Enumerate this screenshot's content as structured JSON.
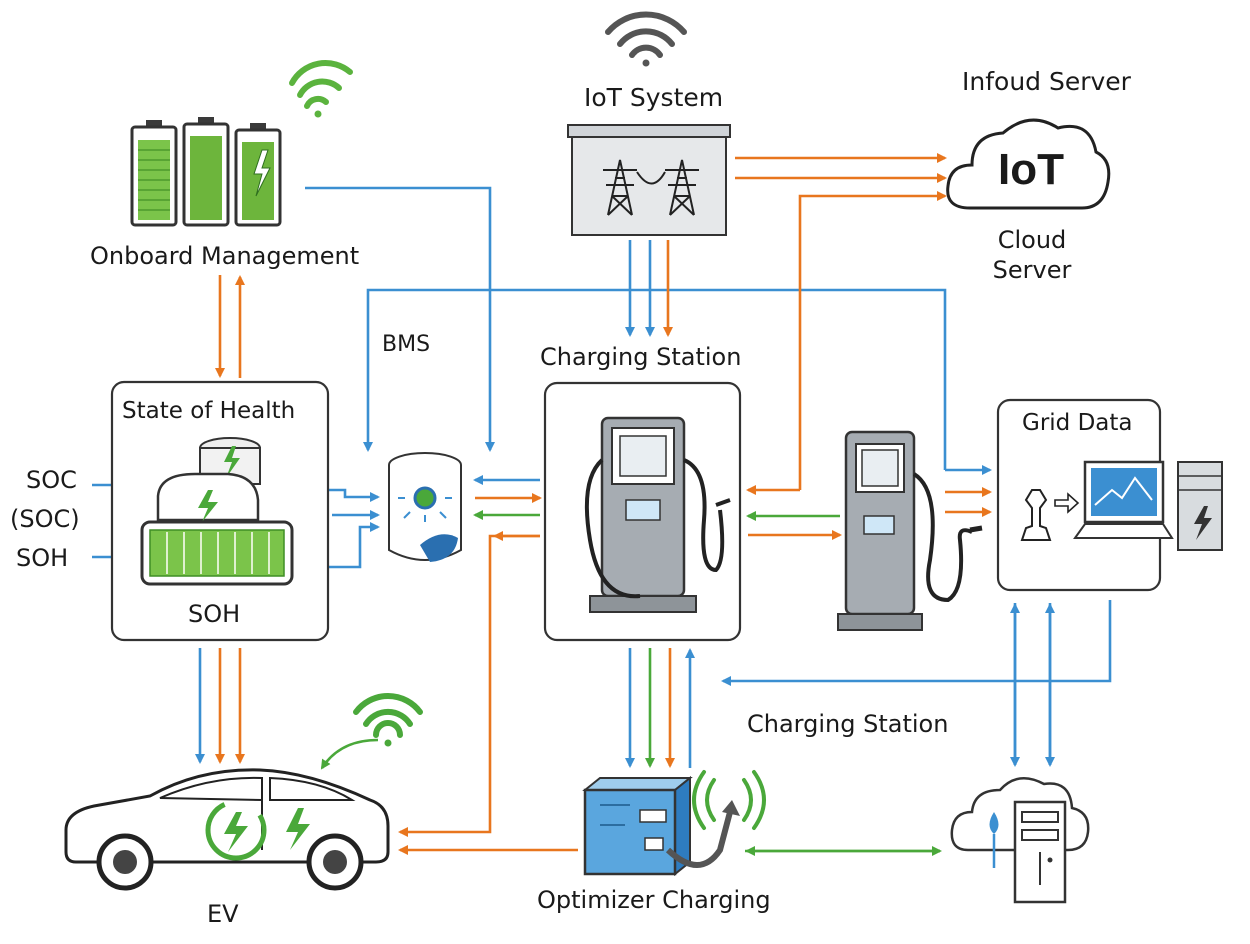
{
  "labels": {
    "iot_system": "IoT System",
    "infoud_server": "Infoud Server",
    "iot_cloud_text": "IoT",
    "cloud_server_line1": "Cloud",
    "cloud_server_line2": "Server",
    "onboard_management": "Onboard Management",
    "bms": "BMS",
    "charging_station_top": "Charging Station",
    "state_of_health": "State of Health",
    "soc": "SOC",
    "soc_paren": "(SOC)",
    "soh_left": "SOH",
    "soh_bottom": "SOH",
    "grid_data": "Grid Data",
    "charging_station_mid": "Charging Station",
    "optimizer_charging": "Optimizer Charging",
    "ev": "EV"
  },
  "colors": {
    "blue_flow": "#3b8fd1",
    "orange_flow": "#e8761e",
    "green_flow": "#4aa83a",
    "battery_green": "#66bb3a",
    "box_stroke": "#333333",
    "device_gray": "#8e9499"
  },
  "icons": [
    "wifi-icon",
    "battery-icon",
    "power-tower-icon",
    "cloud-icon",
    "charger-icon",
    "laptop-icon",
    "server-icon",
    "car-icon",
    "lightning-icon",
    "optimizer-box-icon"
  ]
}
